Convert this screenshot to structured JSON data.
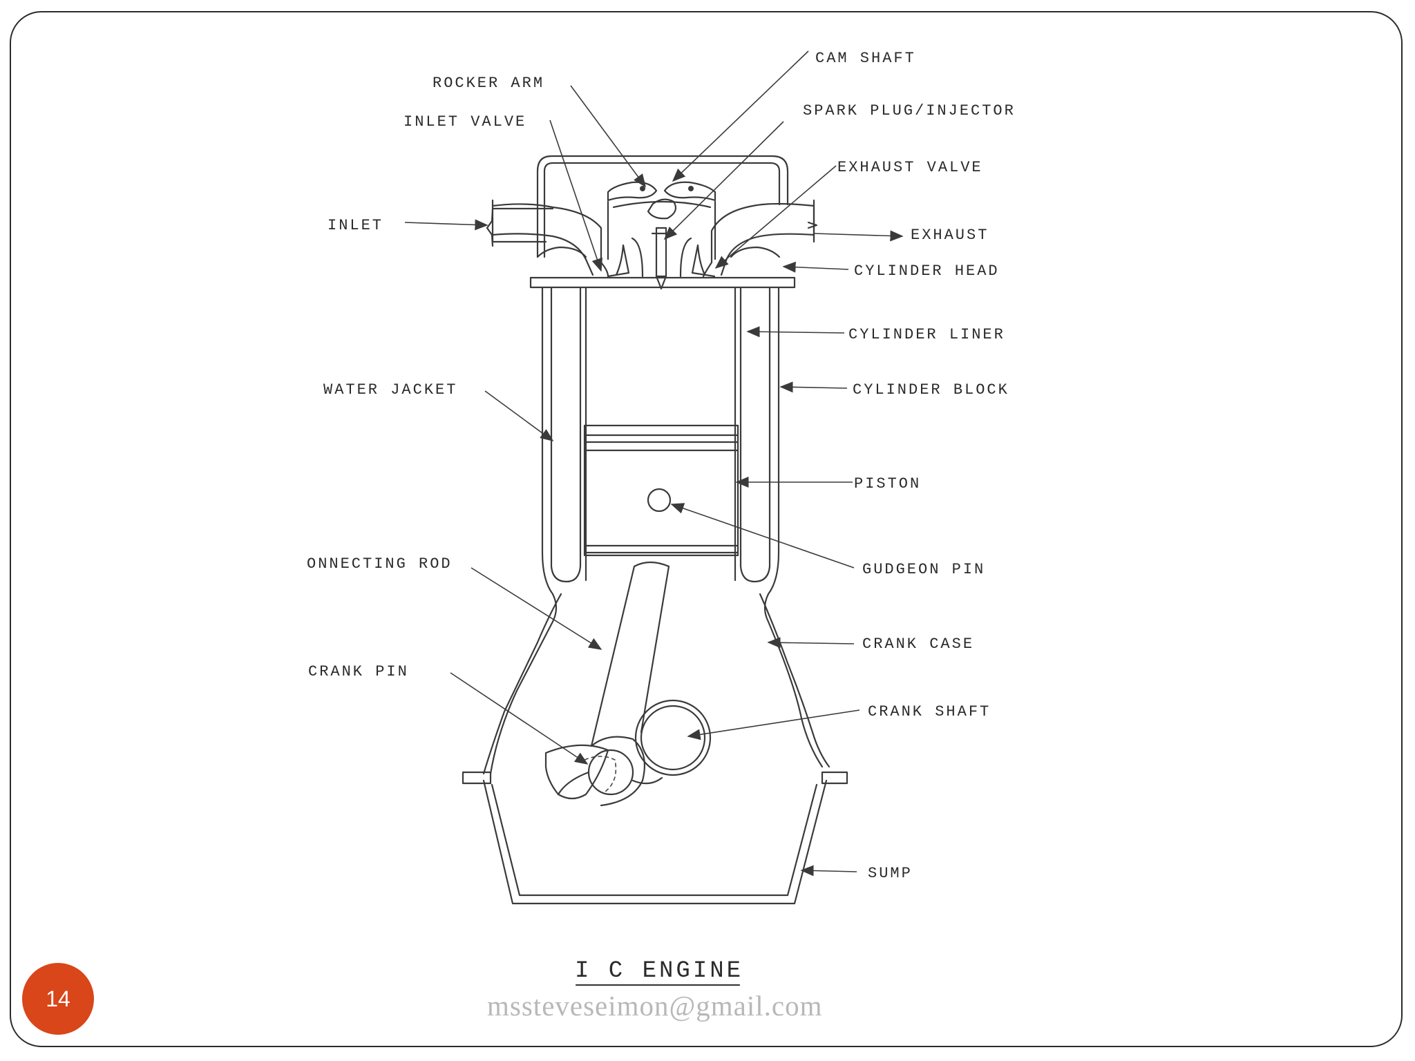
{
  "slide": {
    "page_number": "14",
    "watermark": "mssteveseimon@gmail.com",
    "title": "I C ENGINE"
  },
  "labels": {
    "cam_shaft": "CAM SHAFT",
    "rocker_arm": "ROCKER ARM",
    "spark_plug": "SPARK PLUG/INJECTOR",
    "inlet_valve": "INLET VALVE",
    "exhaust_valve": "EXHAUST VALVE",
    "inlet": "INLET",
    "exhaust": "EXHAUST",
    "cylinder_head": "CYLINDER HEAD",
    "cylinder_liner": "CYLINDER LINER",
    "water_jacket": "WATER JACKET",
    "cylinder_block": "CYLINDER BLOCK",
    "piston": "PISTON",
    "connecting_rod": "ONNECTING ROD",
    "gudgeon_pin": "GUDGEON PIN",
    "crank_case": "CRANK CASE",
    "crank_pin": "CRANK PIN",
    "crank_shaft": "CRANK SHAFT",
    "sump": "SUMP"
  },
  "colors": {
    "badge": "#d9461a",
    "ink": "#3a3a3a",
    "watermark": "#b8b8b8"
  }
}
